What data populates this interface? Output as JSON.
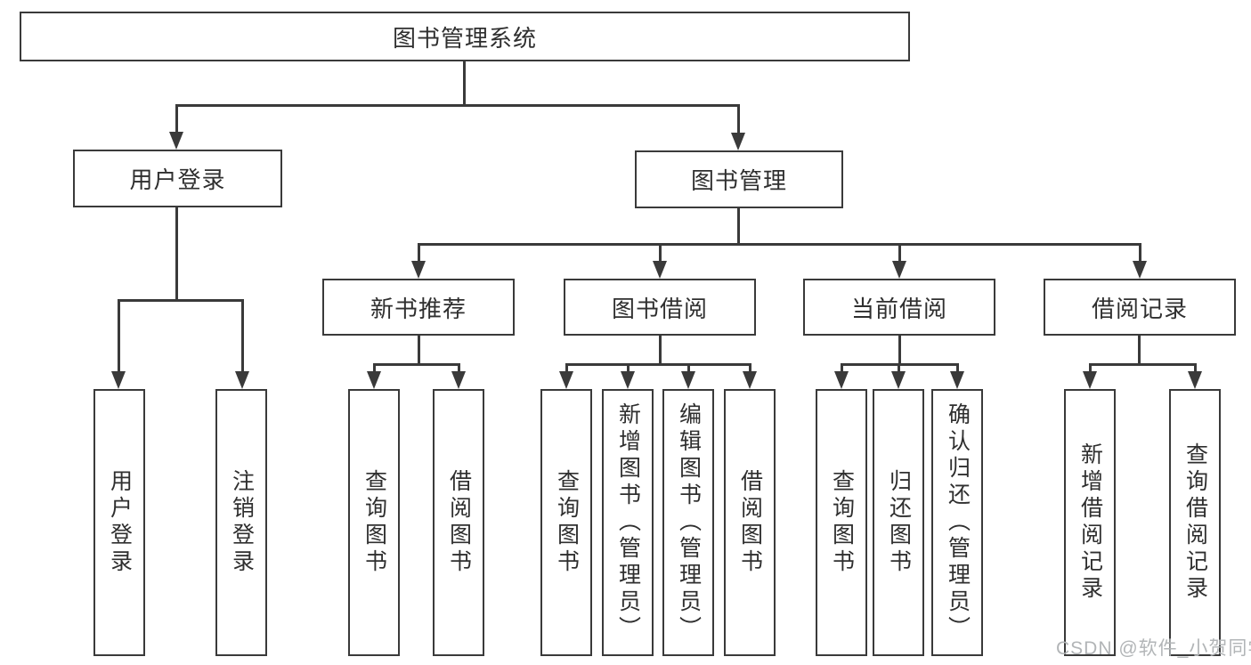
{
  "nodes": {
    "root": "图书管理系统",
    "level2": [
      "用户登录",
      "图书管理"
    ],
    "level3": [
      "新书推荐",
      "图书借阅",
      "当前借阅",
      "借阅记录"
    ],
    "leaves": {
      "user_login": [
        "用户登录",
        "注销登录"
      ],
      "new_book": [
        "查询图书",
        "借阅图书"
      ],
      "book_borrow": [
        "查询图书",
        "新增图书（管理员）",
        "编辑图书（管理员）",
        "借阅图书"
      ],
      "current_borrow": [
        "查询图书",
        "归还图书",
        "确认归还（管理员）"
      ],
      "borrow_record": [
        "新增借阅记录",
        "查询借阅记录"
      ]
    }
  },
  "watermark": "CSDN @软件_小贺同学",
  "colors": {
    "line": "#3a3a3a",
    "text": "#2f2f2f",
    "watermark": "#b2b5b7",
    "background": "#ffffff"
  }
}
